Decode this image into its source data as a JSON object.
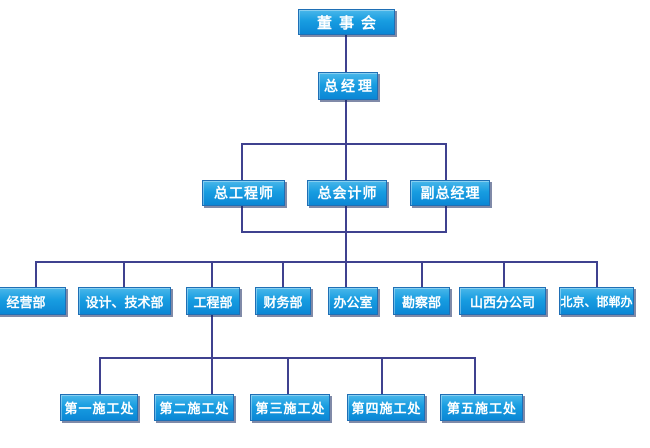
{
  "nodes": {
    "board": "董事会",
    "general_manager": "总经理",
    "chief_engineer": "总工程师",
    "chief_accountant": "总会计师",
    "deputy_general_manager": "副总经理",
    "operations_dept": "经营部",
    "design_tech_dept": "设计、技术部",
    "engineering_dept": "工程部",
    "finance_dept": "财务部",
    "office": "办公室",
    "survey_dept": "勘察部",
    "shanxi_branch": "山西分公司",
    "beijing_handan_office": "北京、邯郸办",
    "construction_div_1": "第一施工处",
    "construction_div_2": "第二施工处",
    "construction_div_3": "第三施工处",
    "construction_div_4": "第四施工处",
    "construction_div_5": "第五施工处"
  },
  "colors": {
    "box_gradient_top": "#4ab7ea",
    "box_gradient_bottom": "#0b87d5",
    "box_border": "#1f6fb5",
    "box_shadow": "#172a60",
    "connector_line": "#3f418f",
    "text": "#ffffff",
    "background": "#ffffff"
  }
}
